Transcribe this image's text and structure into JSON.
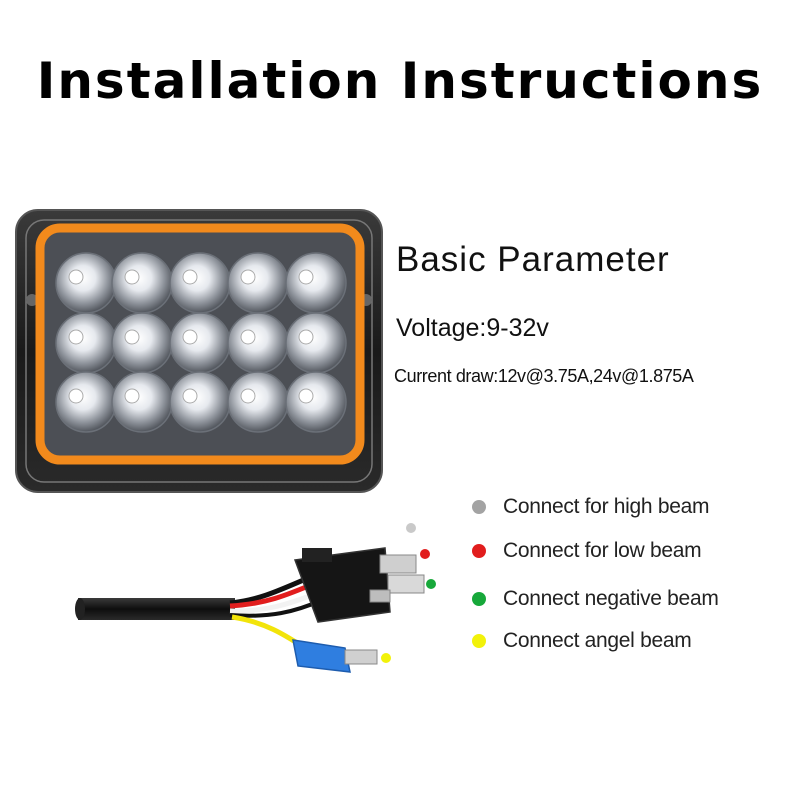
{
  "title": "Installation Instructions",
  "parameters": {
    "heading": "Basic Parameter",
    "voltage": "Voltage:9-32v",
    "current": "Current draw:12v@3.75A,24v@1.875A"
  },
  "wiring_legend": [
    {
      "label": "Connect for high beam",
      "color": "#a3a3a3"
    },
    {
      "label": "Connect for low beam",
      "color": "#e11d1d"
    },
    {
      "label": "Connect negative beam",
      "color": "#17a83a"
    },
    {
      "label": "Connect angel beam",
      "color": "#f2f20a"
    }
  ],
  "colors": {
    "housing": "#1c1c1c",
    "halo_ring": "#f28a1c",
    "wire_red": "#e11d1d",
    "wire_white": "#f2f2f2",
    "wire_yellow": "#f2e40a",
    "wire_black": "#111111",
    "terminal_blue": "#2f7ee0"
  }
}
